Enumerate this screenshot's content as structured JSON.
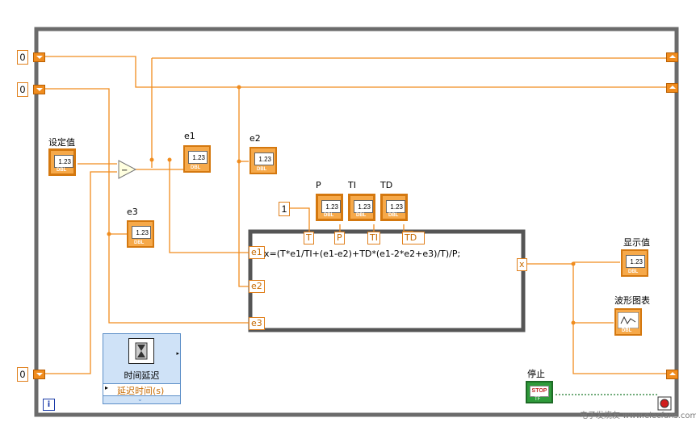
{
  "constants": {
    "top_left_1": "0",
    "top_left_2": "0",
    "bottom_left": "0",
    "formula_const": "1"
  },
  "labels": {
    "setpoint": "设定值",
    "e1": "e1",
    "e2": "e2",
    "e3": "e3",
    "P": "P",
    "TI": "TI",
    "TD": "TD",
    "display_value": "显示值",
    "waveform_chart": "波形图表",
    "stop": "停止"
  },
  "indicator_values": {
    "numeric": "1.23",
    "type_tag": "DBL",
    "bool_tag": "TF",
    "stop_text": "STOP"
  },
  "formula_node": {
    "inputs": [
      "T",
      "P",
      "TI",
      "TD"
    ],
    "left_inputs": [
      "e1",
      "e2",
      "e3"
    ],
    "output": "x",
    "expression": "x=(T*e1/TI+(e1-e2)+TD*(e1-2*e2+e3)/T)/P;"
  },
  "time_delay": {
    "title": "时间延迟",
    "param": "延迟时间(s)"
  },
  "info_icon": "i",
  "watermark": "电子发烧友 www.elecfans.com",
  "colors": {
    "wire": "#f08c1e",
    "loop_frame": "#6b6b6b",
    "stop_green": "#2e9a3a"
  }
}
